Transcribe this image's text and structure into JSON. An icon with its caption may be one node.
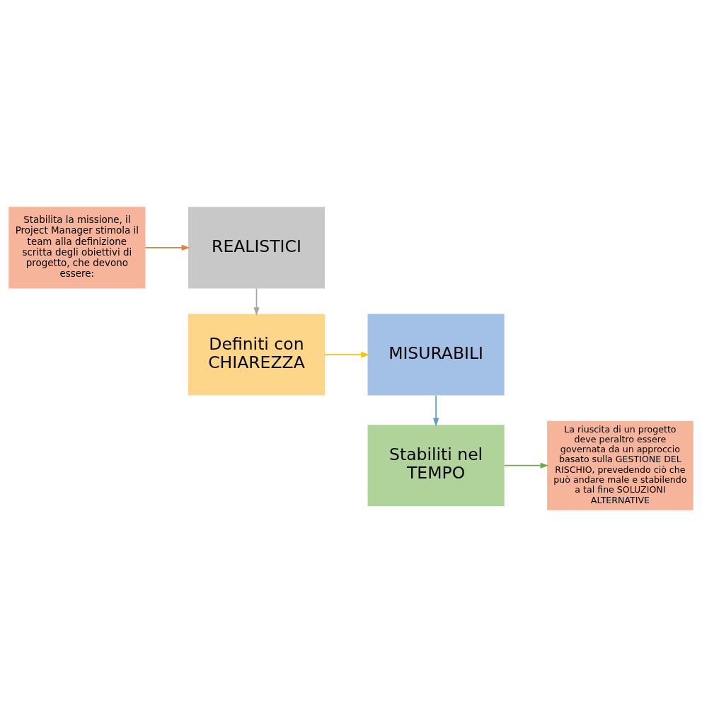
{
  "diagram": {
    "nodes": [
      {
        "text": [
          "Stabilita la missione, il Project Manager stimola il team alla definizione scritta degli obiettivi di progetto, che devono essere:"
        ]
      },
      {
        "text": [
          "REALISTICI"
        ]
      },
      {
        "text": [
          "Definiti con CHIAREZZA"
        ]
      },
      {
        "text": [
          "MISURABILI"
        ]
      },
      {
        "text": [
          "Stabiliti nel TEMPO"
        ]
      },
      {
        "text": [
          "La riuscita di un progetto deve peraltro essere governata da un approccio basato sulla GESTIONE DEL RISCHIO, prevedendo ciò che può andare male e stabilendo a tal fine SOLUZIONI ALTERNATIVE"
        ]
      }
    ],
    "edges": [
      {
        "from": 0,
        "to": 1,
        "arrow": "to",
        "color": "#ed7d31"
      },
      {
        "from": 1,
        "to": 2,
        "arrow": "to",
        "color": "#a5a5a5"
      },
      {
        "from": 2,
        "to": 3,
        "arrow": "to",
        "color": "#ffc000"
      },
      {
        "from": 3,
        "to": 4,
        "arrow": "to",
        "color": "#5b9bd5"
      },
      {
        "from": 4,
        "to": 5,
        "arrow": "to",
        "color": "#70ad47"
      }
    ]
  }
}
